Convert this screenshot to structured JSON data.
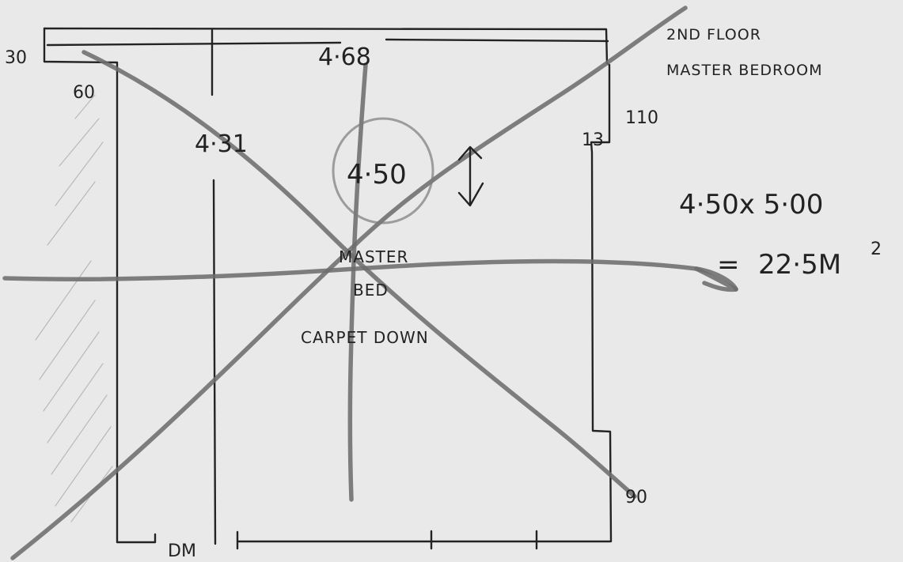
{
  "title": {
    "line1": "2ND FLOOR",
    "line2": "MASTER BEDROOM"
  },
  "dimensions": {
    "top_margin": "30",
    "left_offset": "60",
    "top_width": "4·68",
    "left_depth": "4·31",
    "circled_depth": "4·50",
    "right_offset": "110",
    "right_step": "13",
    "bottom_right": "90",
    "bottom_label": "DM"
  },
  "room_labels": {
    "name_line1": "MASTER",
    "name_line2": "BED",
    "flooring": "CARPET DOWN"
  },
  "calculation": {
    "size": "4·50x 5·00",
    "equals": "=",
    "area": "22·5M",
    "area_exponent": "2"
  },
  "colors": {
    "paper": "#e9e9e9",
    "ink": "#232323",
    "pencil": "#6d6d6d"
  }
}
